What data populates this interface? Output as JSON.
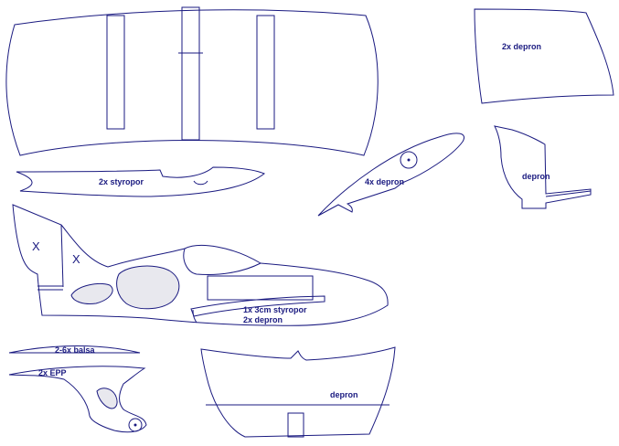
{
  "labels": {
    "wing_top_right": "2x depron",
    "fin_right": "depron",
    "wing_strip": "2x styropor",
    "canopy_part": "4x depron",
    "fuselage_mark_1": "X",
    "fuselage_mark_2": "X",
    "fuselage_note_line1": "1x 3cm styropor",
    "fuselage_note_line2": "2x depron",
    "balsa_strip": "2-6x balsa",
    "gear_part": "2x EPP",
    "tail_plate": "depron"
  },
  "colors": {
    "line": "#1a1a80",
    "cutout_fill": "#e8e8ee",
    "background": "#ffffff"
  }
}
